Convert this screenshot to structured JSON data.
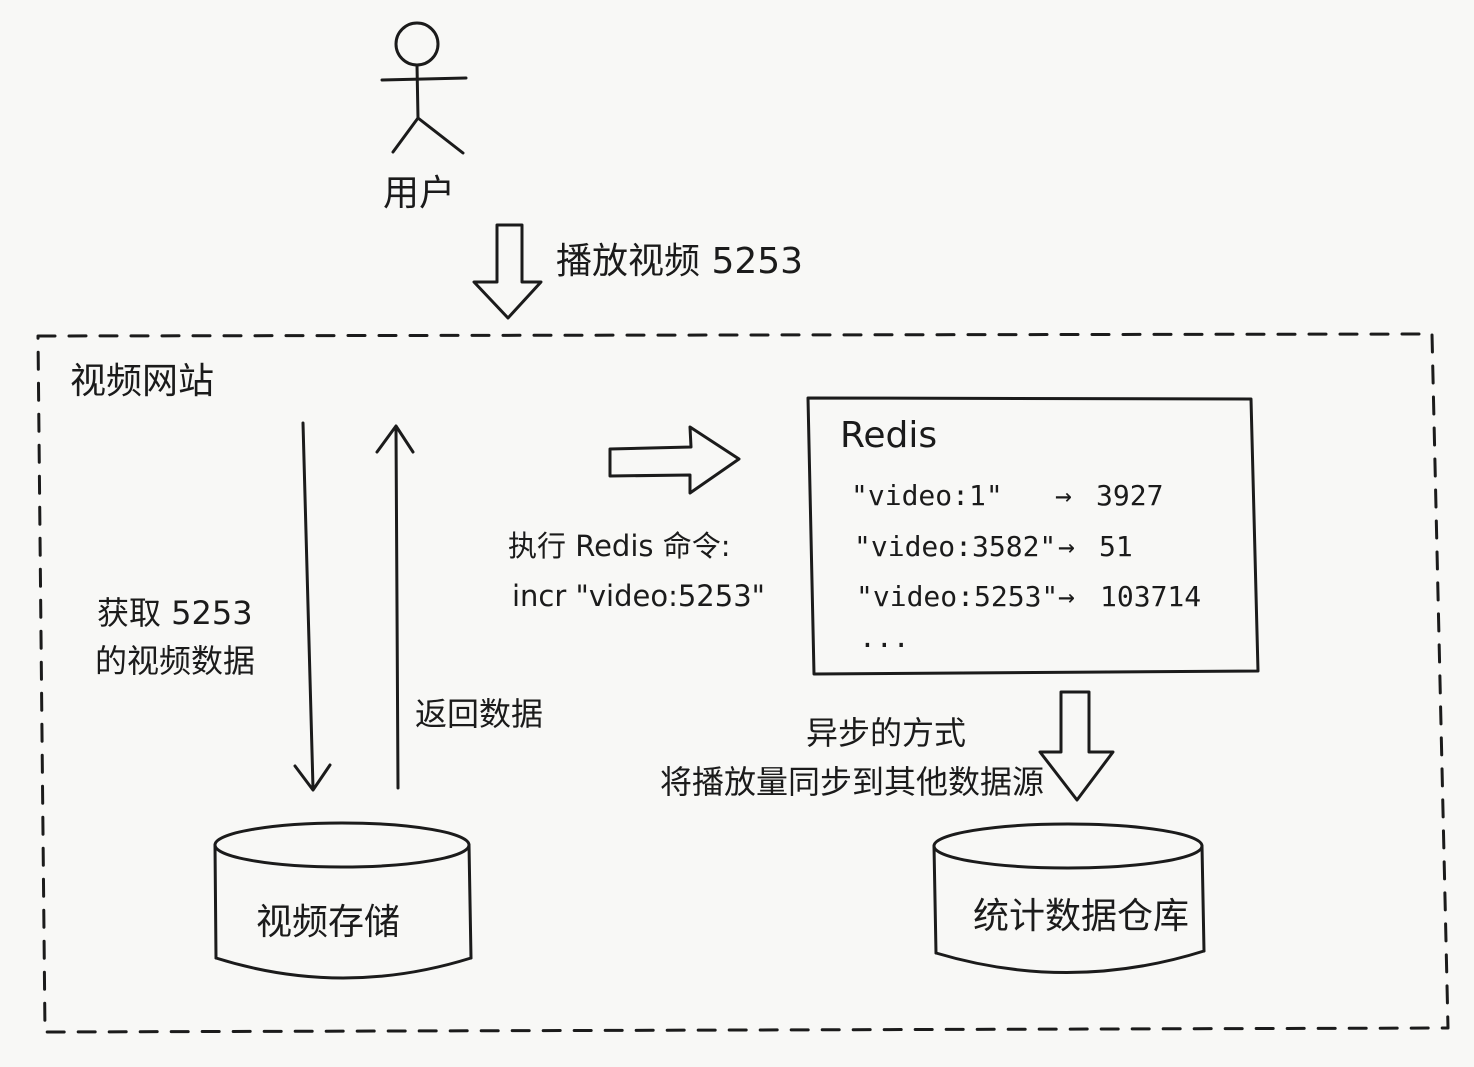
{
  "user": {
    "label": "用户"
  },
  "request": {
    "label": "播放视频 5253"
  },
  "website": {
    "title": "视频网站"
  },
  "fetch": {
    "line1": "获取 5253",
    "line2": "的视频数据"
  },
  "return_label": "返回数据",
  "command": {
    "line1": "执行 Redis 命令:",
    "line2": "incr  \"video:5253\""
  },
  "redis": {
    "title": "Redis",
    "entries": [
      {
        "key": "\"video:1\"",
        "arrow": "→",
        "value": "3927"
      },
      {
        "key": "\"video:3582\"",
        "arrow": "→",
        "value": "51"
      },
      {
        "key": "\"video:5253\"",
        "arrow": "→",
        "value": "103714"
      }
    ],
    "more": "..."
  },
  "sync": {
    "line1": "异步的方式",
    "line2": "将播放量同步到其他数据源"
  },
  "storage": {
    "label": "视频存储"
  },
  "warehouse": {
    "label": "统计数据仓库"
  }
}
